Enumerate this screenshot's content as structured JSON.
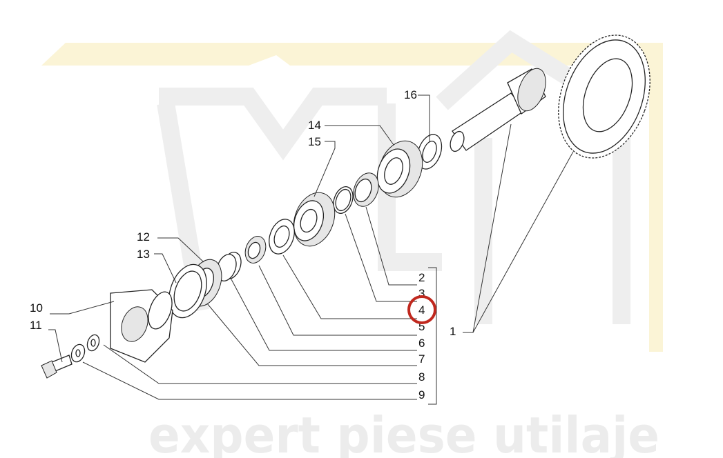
{
  "watermark": {
    "text": "expert piese utilaje",
    "accent_color": "#fbf4d6"
  },
  "labels": {
    "l1": "1",
    "l2": "2",
    "l3": "3",
    "l4": "4",
    "l5": "5",
    "l6": "6",
    "l7": "7",
    "l8": "8",
    "l9": "9",
    "l10": "10",
    "l11": "11",
    "l12": "12",
    "l13": "13",
    "l14": "14",
    "l15": "15",
    "l16": "16"
  },
  "highlight": {
    "label": "4",
    "color": "#c0281e"
  }
}
